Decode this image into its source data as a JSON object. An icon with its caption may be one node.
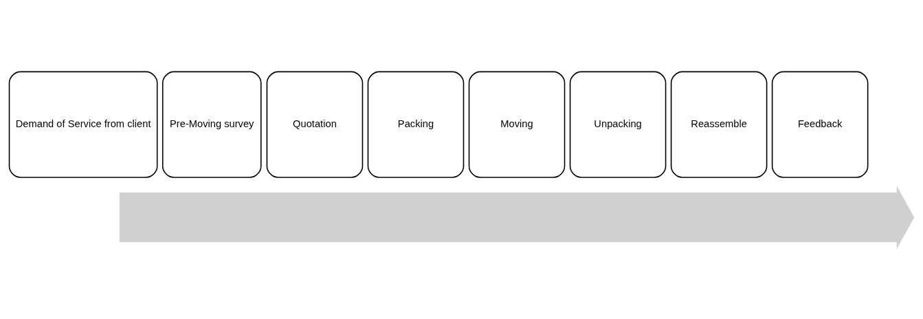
{
  "diagram": {
    "nodes": [
      {
        "text": [
          "Demand of Service from client"
        ]
      },
      {
        "text": [
          "Pre-Moving survey"
        ]
      },
      {
        "text": [
          "Quotation"
        ]
      },
      {
        "text": [
          "Packing"
        ]
      },
      {
        "text": [
          "Moving"
        ]
      },
      {
        "text": [
          "Unpacking"
        ]
      },
      {
        "text": [
          "Reassemble"
        ]
      },
      {
        "text": [
          "Feedback"
        ]
      },
      {
        "text": [],
        "shape": "arrow"
      }
    ]
  }
}
